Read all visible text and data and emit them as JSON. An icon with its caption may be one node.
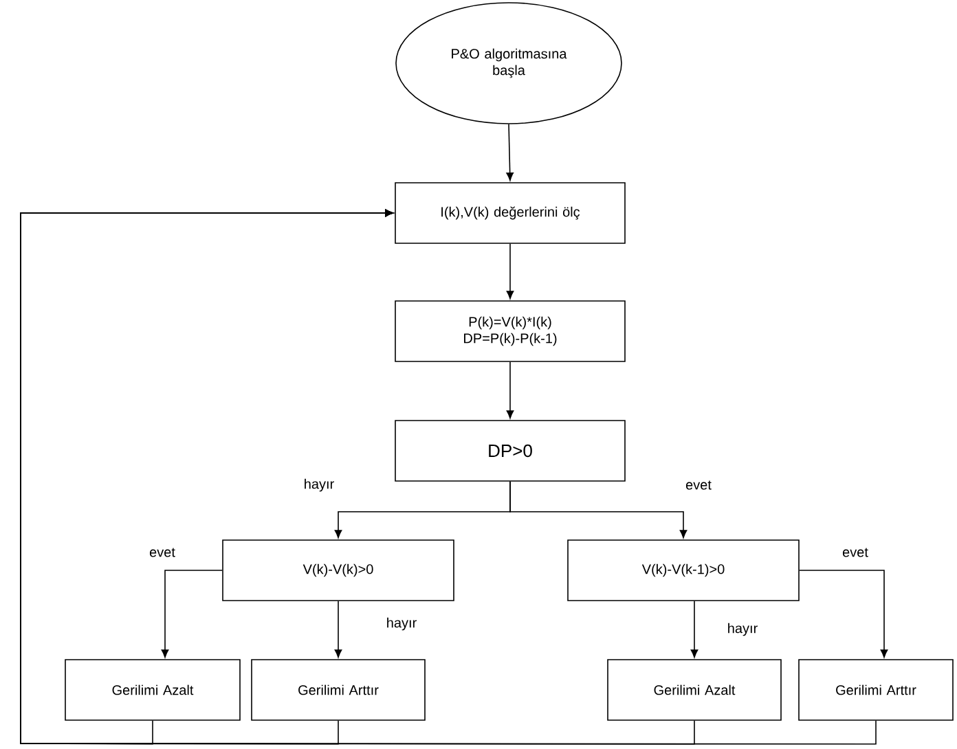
{
  "diagram": {
    "nodes": [
      {
        "text": [
          "P&O algoritmasına başla"
        ]
      },
      {
        "text": [
          "I(k),V(k) değerlerini ölç"
        ]
      },
      {
        "text": [
          "P(k)=V(k)*I(k)",
          "DP=P(k)-P(k-1)"
        ]
      },
      {
        "text": [
          "DP>0"
        ]
      },
      {
        "text": [
          "V(k)-V(k)>0"
        ]
      },
      {
        "text": [
          "V(k)-V(k-1)>0"
        ]
      },
      {
        "text": [
          "Gerilimi Azalt"
        ]
      },
      {
        "text": [
          "Gerilimi Arttır"
        ]
      },
      {
        "text": [
          "Gerilimi Azalt"
        ]
      },
      {
        "text": [
          "Gerilimi Arttır"
        ]
      }
    ],
    "edges": [
      {
        "from": 0,
        "to": 1,
        "arrow": "to"
      },
      {
        "from": 1,
        "to": 2,
        "arrow": "to"
      },
      {
        "from": 2,
        "to": 3,
        "arrow": "to"
      },
      {
        "from": 3,
        "to": 4,
        "arrow": "to",
        "label": "hayır"
      },
      {
        "from": 3,
        "to": 5,
        "arrow": "to",
        "label": "evet"
      },
      {
        "from": 4,
        "to": 6,
        "arrow": "to",
        "label": "evet"
      },
      {
        "from": 4,
        "to": 7,
        "arrow": "to",
        "label": "hayır"
      },
      {
        "from": 5,
        "to": 8,
        "arrow": "to",
        "label": "hayır"
      },
      {
        "from": 5,
        "to": 9,
        "arrow": "to",
        "label": "evet"
      },
      {
        "from": 6,
        "to": 1,
        "arrow": "to"
      },
      {
        "from": 7,
        "to": 1,
        "arrow": "to"
      },
      {
        "from": 8,
        "to": 1,
        "arrow": "to"
      },
      {
        "from": 9,
        "to": 1,
        "arrow": "to"
      }
    ]
  }
}
